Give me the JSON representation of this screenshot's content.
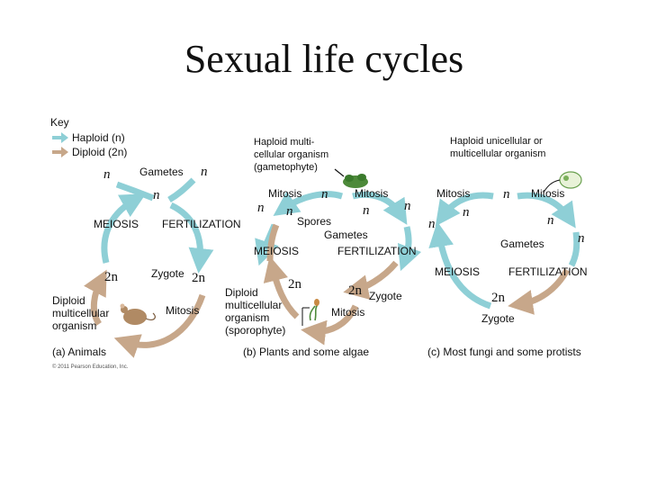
{
  "title": "Sexual life cycles",
  "key": {
    "heading": "Key",
    "haploid": "Haploid (n)",
    "diploid": "Diploid (2n)",
    "haploid_color": "#8ecfd6",
    "diploid_color": "#c7a78a"
  },
  "colors": {
    "arrow_blue": "#8ecfd6",
    "arrow_tan": "#c7a78a"
  },
  "animals": {
    "gametes": "Gametes",
    "n_left": "n",
    "n_right": "n",
    "n_center": "n",
    "meiosis": "MEIOSIS",
    "fertilization": "FERTILIZATION",
    "zygote": "Zygote",
    "two_n_zygote": "2n",
    "two_n_left": "2n",
    "organism": "Diploid multicellular organism",
    "mitosis": "Mitosis",
    "caption": "(a) Animals"
  },
  "plants": {
    "gametophyte": "Haploid multi-cellular organism (gametophyte)",
    "mitosis_left": "Mitosis",
    "mitosis_right": "Mitosis",
    "mitosis_bottom": "Mitosis",
    "n_top": "n",
    "n_left": "n",
    "n_mid": "n",
    "n_right1": "n",
    "n_right2": "n",
    "spores": "Spores",
    "gametes": "Gametes",
    "meiosis": "MEIOSIS",
    "fertilization": "FERTILIZATION",
    "two_n_top": "2n",
    "two_n_zygote": "2n",
    "zygote": "Zygote",
    "sporophyte": "Diploid multicellular organism (sporophyte)",
    "caption": "(b) Plants and some algae"
  },
  "fungi": {
    "organism": "Haploid unicellular or multicellular organism",
    "mitosis_left": "Mitosis",
    "mitosis_right": "Mitosis",
    "n_top": "n",
    "n_left1": "n",
    "n_left2": "n",
    "n_right1": "n",
    "n_right2": "n",
    "gametes": "Gametes",
    "meiosis": "MEIOSIS",
    "fertilization": "FERTILIZATION",
    "two_n": "2n",
    "zygote": "Zygote",
    "caption": "(c) Most fungi and some protists"
  },
  "copyright": "© 2011 Pearson Education, Inc."
}
